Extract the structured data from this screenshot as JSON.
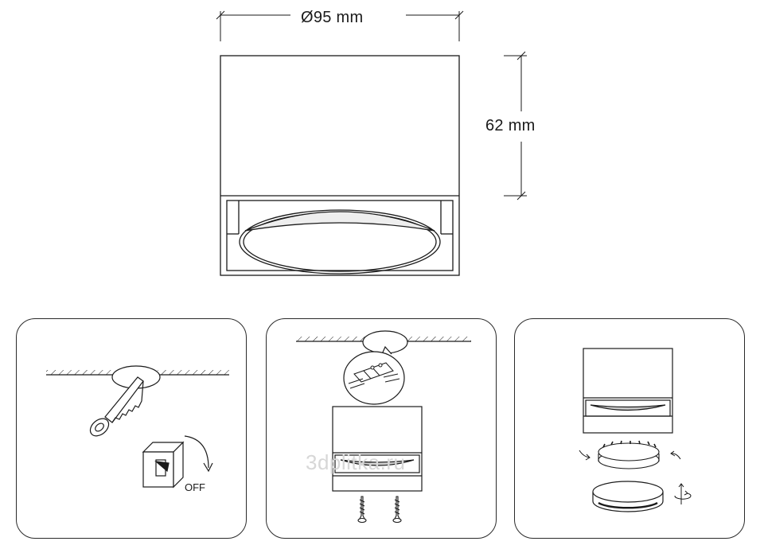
{
  "dimensions": {
    "diameter_label": "Ø95 mm",
    "height_label": "62 mm"
  },
  "steps": [
    {
      "id": "step-1",
      "switch_label": "OFF"
    },
    {
      "id": "step-2"
    },
    {
      "id": "step-3"
    }
  ],
  "watermark": "3dplitka.ru",
  "colors": {
    "line": "#1a1a1a",
    "panel_border": "#2a2a2a",
    "watermark": "#d7d7d7"
  }
}
